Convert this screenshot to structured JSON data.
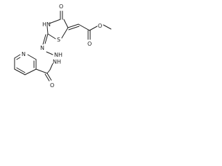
{
  "molecule": {
    "atom_labels": {
      "carbonyl_o_ring": "O",
      "nh_ring": "HN",
      "s_ring": "S",
      "n_imine": "N",
      "n_hydrazide_1": "N",
      "h_hydrazide_1": "H",
      "n_hydrazide_2": "N",
      "h_hydrazide_2": "H",
      "o_ester_carbonyl": "O",
      "o_ester_ether": "O",
      "n_pyridine": "N",
      "o_amide": "O"
    }
  }
}
